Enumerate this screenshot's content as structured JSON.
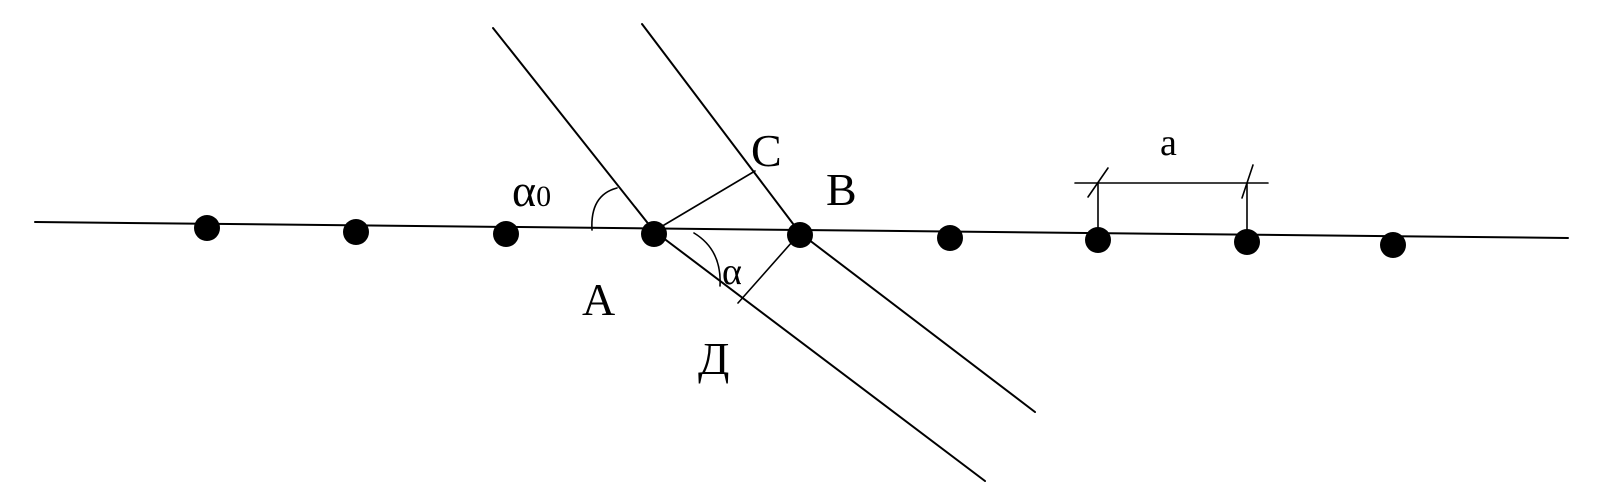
{
  "labels": {
    "alpha0": "α",
    "alpha0_sub": "0",
    "alpha": "α",
    "a": "a",
    "A": "A",
    "B": "B",
    "C": "C",
    "D": "Д"
  }
}
